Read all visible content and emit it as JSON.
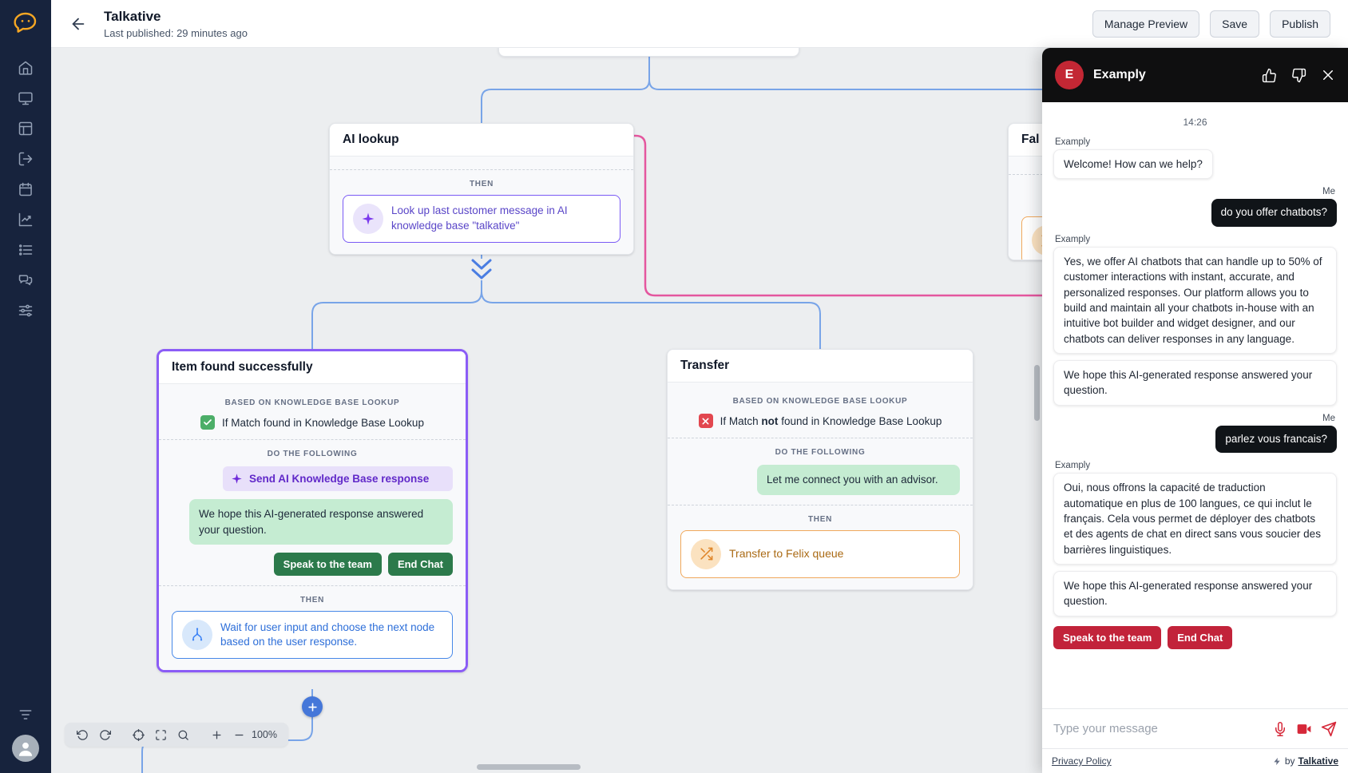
{
  "colors": {
    "sidebar_bg": "#17233d",
    "logo_orange": "#f6a723",
    "accent_purple": "#8b5cf6",
    "accent_blue": "#4788e8",
    "accent_pink": "#e4569e",
    "accent_green_btn": "#2c7a4b",
    "accent_green_msg": "#c5ecd2",
    "accent_orange": "#f0a85c",
    "chat_red": "#c2233a",
    "canvas_bg": "#eceef0"
  },
  "icons": {
    "logo": "chat-bubble",
    "back": "arrow-left",
    "sparkle": "✦",
    "check": "✓",
    "cross": "✕",
    "branch": "split-arrows",
    "shuffle": "shuffle-arrows",
    "plus": "+",
    "thumbs_up": "thumbs-up-outline",
    "thumbs_down": "thumbs-down-outline",
    "close": "✕",
    "mic": "microphone",
    "video": "video-camera",
    "send": "paper-plane",
    "bolt": "⚡"
  },
  "header": {
    "title": "Talkative",
    "subtitle": "Last published: 29 minutes ago",
    "manage_preview": "Manage Preview",
    "save": "Save",
    "publish": "Publish"
  },
  "canvas": {
    "zoom_level": "100%",
    "ai_lookup": {
      "title": "AI lookup",
      "then_label": "THEN",
      "action": "Look up last customer message in AI knowledge base \"talkative\""
    },
    "item_found": {
      "title": "Item found successfully",
      "based_on": "BASED ON KNOWLEDGE BASE LOOKUP",
      "condition": "If Match found in Knowledge Base Lookup",
      "do_following": "DO THE FOLLOWING",
      "chip": "Send AI Knowledge Base response",
      "message": "We hope this AI-generated response answered your question.",
      "btn_speak": "Speak to the team",
      "btn_end": "End Chat",
      "then_label": "THEN",
      "then_action": "Wait for user input and choose the next node based on the user response."
    },
    "transfer": {
      "title": "Transfer",
      "based_on": "BASED ON KNOWLEDGE BASE LOOKUP",
      "cond_pre": "If Match",
      "cond_bold": "not",
      "cond_post": "found in Knowledge Base Lookup",
      "do_following": "DO THE FOLLOWING",
      "message": "Let me connect you with an advisor.",
      "then_label": "THEN",
      "then_action": "Transfer to Felix queue"
    },
    "fallback": {
      "title": "Fal"
    }
  },
  "chat": {
    "agent": "Examply",
    "timestamp": "14:26",
    "messages": [
      {
        "from": "agent",
        "label": "Examply",
        "text": "Welcome! How can we help?"
      },
      {
        "from": "me",
        "label": "Me",
        "text": "do you offer chatbots?"
      },
      {
        "from": "agent",
        "label": "Examply",
        "text": "Yes, we offer AI chatbots that can handle up to 50% of customer interactions with instant, accurate, and personalized responses. Our platform allows you to build and maintain all your chatbots in-house with an intuitive bot builder and widget designer, and our chatbots can deliver responses in any language."
      },
      {
        "from": "agent",
        "label": "",
        "text": "We hope this AI-generated response answered your question."
      },
      {
        "from": "me",
        "label": "Me",
        "text": "parlez vous francais?"
      },
      {
        "from": "agent",
        "label": "Examply",
        "text": "Oui, nous offrons la capacité de traduction automatique en plus de 100 langues, ce qui inclut le français. Cela vous permet de déployer des chatbots et des agents de chat en direct sans vous soucier des barrières linguistiques."
      },
      {
        "from": "agent",
        "label": "",
        "text": "We hope this AI-generated response answered your question."
      }
    ],
    "btn_speak": "Speak to the team",
    "btn_end": "End Chat",
    "input_placeholder": "Type your message",
    "privacy": "Privacy Policy",
    "powered_by": "by",
    "brand": "Talkative"
  }
}
